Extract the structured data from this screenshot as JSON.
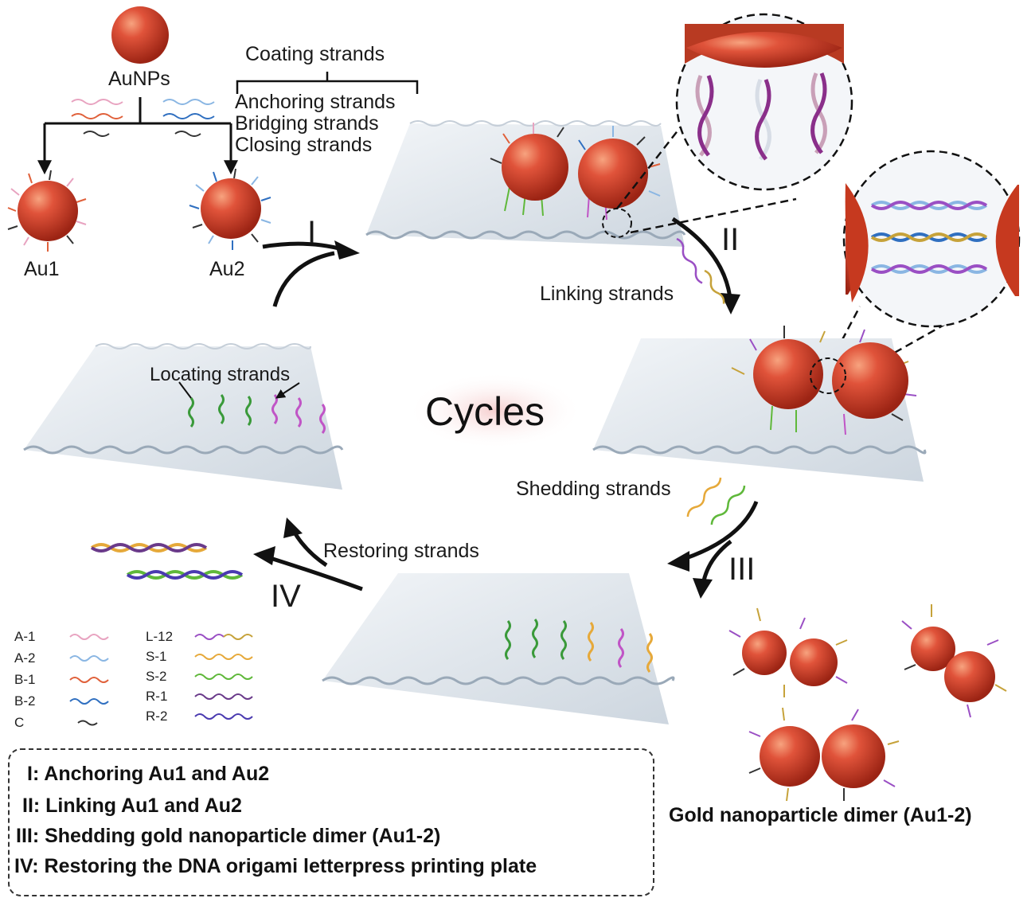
{
  "labels": {
    "aunps": "AuNPs",
    "coating": "Coating strands",
    "anchoring": "Anchoring strands",
    "bridging": "Bridging strands",
    "closing": "Closing strands",
    "au1": "Au1",
    "au2": "Au2",
    "linking": "Linking strands",
    "locating": "Locating strands",
    "cycles": "Cycles",
    "shedding": "Shedding strands",
    "restoring": "Restoring strands",
    "dimer": "Gold nanoparticle dimer (Au1-2)"
  },
  "step_numerals": [
    "I",
    "II",
    "III",
    "IV"
  ],
  "legend": [
    {
      "code": "A-1",
      "color": "#e8a3c0"
    },
    {
      "code": "A-2",
      "color": "#8ab6e3"
    },
    {
      "code": "B-1",
      "color": "#e0603a"
    },
    {
      "code": "B-2",
      "color": "#2f6fc0"
    },
    {
      "code": "C",
      "color": "#333333"
    },
    {
      "code": "L-12",
      "color": "#9a4fc4",
      "color2": "#c6a23a"
    },
    {
      "code": "S-1",
      "color": "#e6a93a"
    },
    {
      "code": "S-2",
      "color": "#5fb83a"
    },
    {
      "code": "R-1",
      "color": "#6a3a8a"
    },
    {
      "code": "R-2",
      "color": "#4a3ab0"
    }
  ],
  "steps": [
    "I: Anchoring Au1 and Au2",
    "II: Linking Au1 and Au2",
    "III: Shedding gold nanoparticle dimer (Au1-2)",
    "IV: Restoring the DNA origami letterpress printing plate"
  ],
  "colors": {
    "gold_np": "#d8442a",
    "plate": "#dfe6ee",
    "plate_edge": "#9aa9b8",
    "cycles_glow": "#f6cfcf"
  }
}
